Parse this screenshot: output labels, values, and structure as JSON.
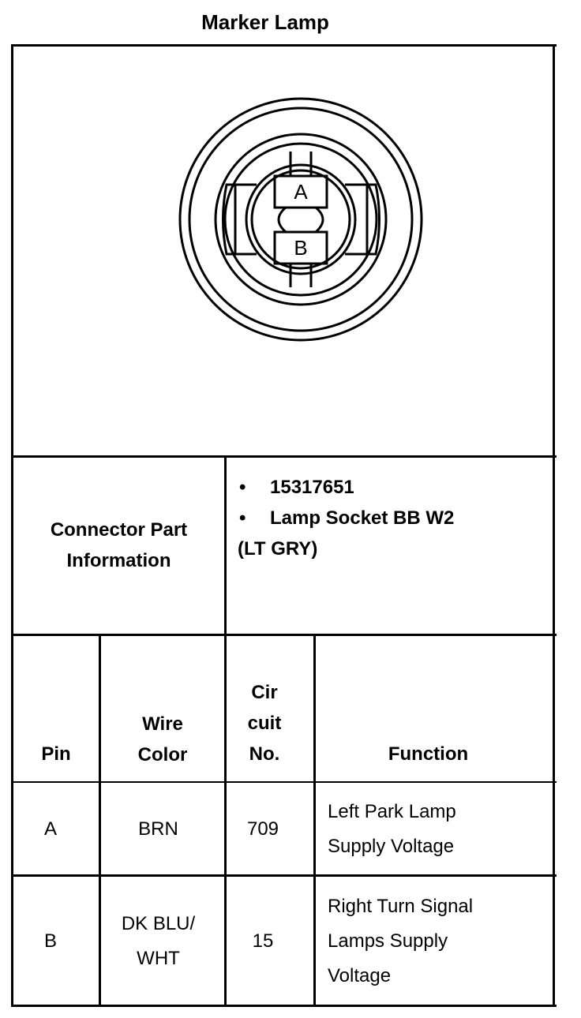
{
  "title": "Marker Lamp",
  "connector_face": {
    "pin_labels": [
      "A",
      "B"
    ]
  },
  "connector_info": {
    "label_line1": "Connector Part",
    "label_line2": "Information",
    "items": [
      "15317651",
      "Lamp Socket BB W2"
    ],
    "continuation": "(LT GRY)"
  },
  "pin_table": {
    "headers": {
      "pin": "Pin",
      "wire_color": [
        "Wire",
        "Color"
      ],
      "circuit": [
        "Cir",
        "cuit",
        "No."
      ],
      "function": "Function"
    },
    "rows": [
      {
        "pin": "A",
        "wire_color": [
          "BRN"
        ],
        "circuit": "709",
        "function": [
          "Left Park Lamp",
          "Supply Voltage"
        ]
      },
      {
        "pin": "B",
        "wire_color": [
          "DK BLU/",
          "WHT"
        ],
        "circuit": "15",
        "function": [
          "Right Turn Signal",
          "Lamps Supply",
          "Voltage"
        ]
      }
    ]
  },
  "colors": {
    "ink": "#000000",
    "background": "#ffffff"
  }
}
